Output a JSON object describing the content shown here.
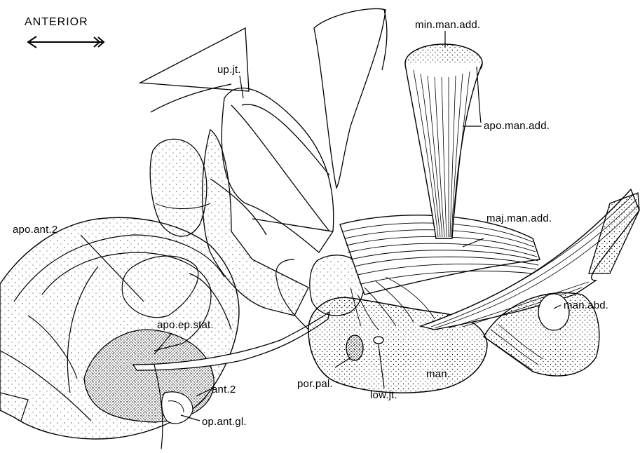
{
  "figure": {
    "orientation_label": "ANTERIOR",
    "labels": {
      "up_jt": "up.jt.",
      "min_man_add": "min.man.add.",
      "apo_man_add": "apo.man.add.",
      "maj_man_add": "maj.man.add.",
      "apo_ant_2": "apo.ant.2",
      "apo_ep_stat": "apo.ep.stat.",
      "man_abd": "man.abd.",
      "man": "man.",
      "ant_2": "ant.2",
      "por_pal": "por.pal.",
      "low_jt": "low.jt.",
      "op_ant_gl": "op.ant.gl."
    }
  }
}
